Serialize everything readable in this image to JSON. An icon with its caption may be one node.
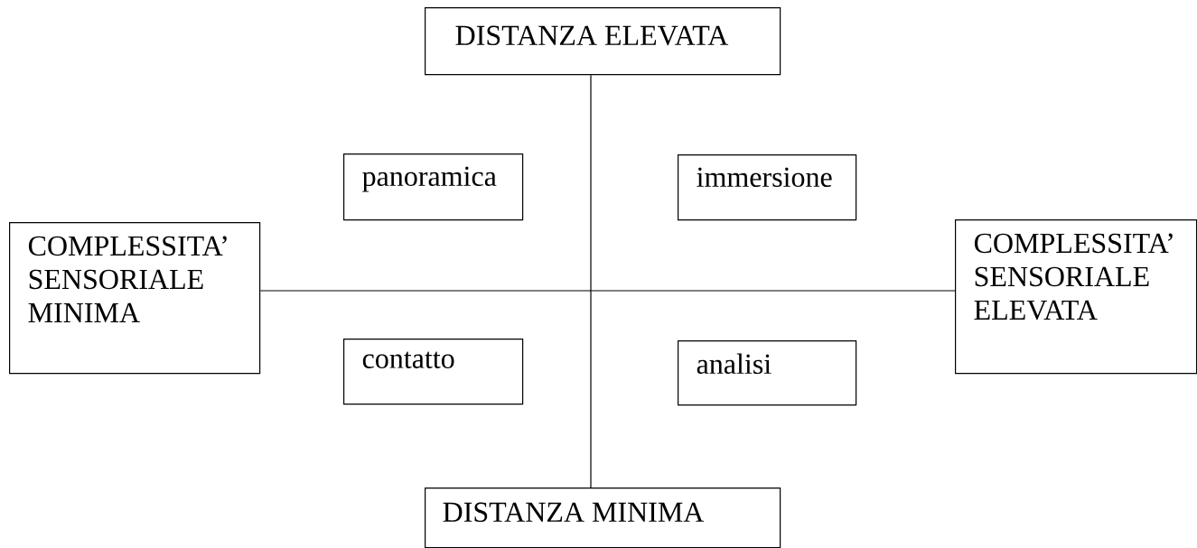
{
  "diagram": {
    "nodes": [
      {
        "text": [
          "DISTANZA ELEVATA"
        ]
      },
      {
        "text": [
          "panoramica"
        ]
      },
      {
        "text": [
          "immersione"
        ]
      },
      {
        "text": [
          "COMPLESSITA’ SENSORIALE MINIMA"
        ]
      },
      {
        "text": [
          "COMPLESSITA’ SENSORIALE ELEVATA"
        ]
      },
      {
        "text": [
          "contatto"
        ]
      },
      {
        "text": [
          "analisi"
        ]
      },
      {
        "text": [
          "DISTANZA MINIMA"
        ]
      }
    ],
    "edges": [
      {
        "from": 0,
        "to": 7,
        "arrow": "none"
      },
      {
        "from": 3,
        "to": 4,
        "arrow": "none"
      }
    ]
  }
}
